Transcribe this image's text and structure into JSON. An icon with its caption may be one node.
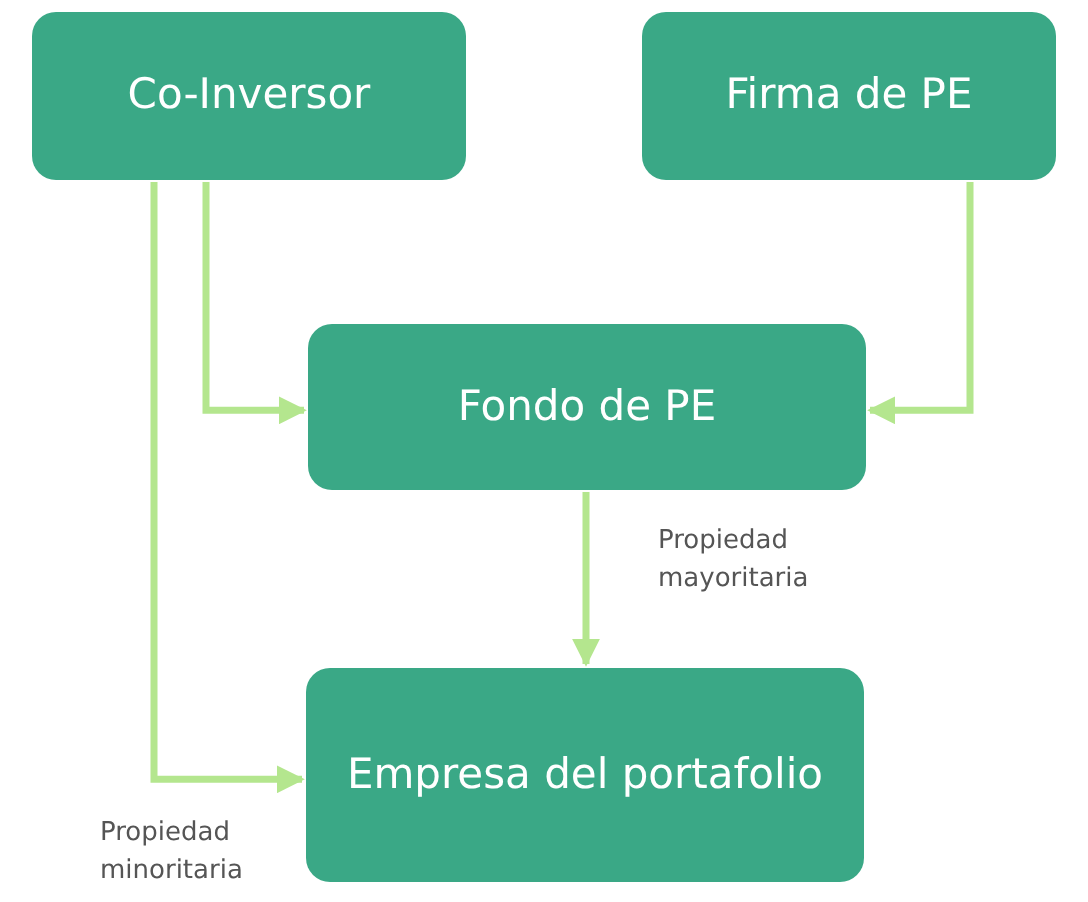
{
  "diagram": {
    "nodes": [
      {
        "text": [
          "Co-Inversor"
        ]
      },
      {
        "text": [
          "Firma de PE"
        ]
      },
      {
        "text": [
          "Fondo de PE"
        ]
      },
      {
        "text": [
          "Empresa del portafolio"
        ]
      }
    ],
    "edges": [
      {
        "from": 0,
        "to": 2,
        "arrow": "to"
      },
      {
        "from": 1,
        "to": 2,
        "arrow": "to"
      },
      {
        "from": 0,
        "to": 3,
        "arrow": "to",
        "label": "Propiedad minoritaria"
      },
      {
        "from": 2,
        "to": 3,
        "arrow": "to",
        "label": "Propiedad mayoritaria"
      }
    ]
  }
}
